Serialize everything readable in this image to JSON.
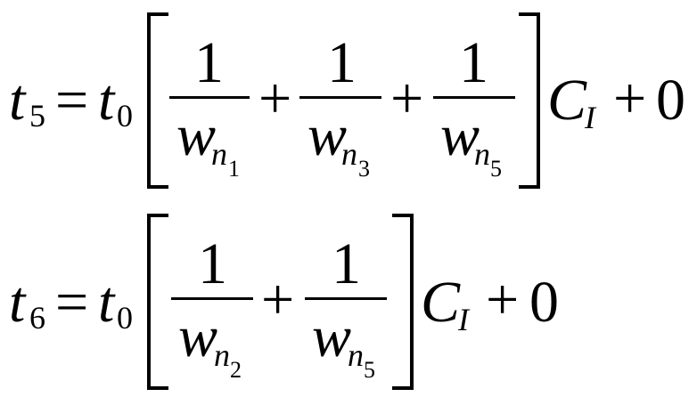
{
  "equations": [
    {
      "lhs": {
        "base": "t",
        "sub": "5"
      },
      "equals": "=",
      "factor": {
        "base": "t",
        "sub": "0"
      },
      "plus": "+",
      "fractions": [
        {
          "num": "1",
          "den": "w",
          "sub": "n",
          "subsub": "1"
        },
        {
          "num": "1",
          "den": "w",
          "sub": "n",
          "subsub": "3"
        },
        {
          "num": "1",
          "den": "w",
          "sub": "n",
          "subsub": "5"
        }
      ],
      "tail": {
        "base": "C",
        "sub": "I",
        "constant": "0"
      }
    },
    {
      "lhs": {
        "base": "t",
        "sub": "6"
      },
      "equals": "=",
      "factor": {
        "base": "t",
        "sub": "0"
      },
      "plus": "+",
      "fractions": [
        {
          "num": "1",
          "den": "w",
          "sub": "n",
          "subsub": "2"
        },
        {
          "num": "1",
          "den": "w",
          "sub": "n",
          "subsub": "5"
        }
      ],
      "tail": {
        "base": "C",
        "sub": "I",
        "constant": "0"
      }
    }
  ]
}
